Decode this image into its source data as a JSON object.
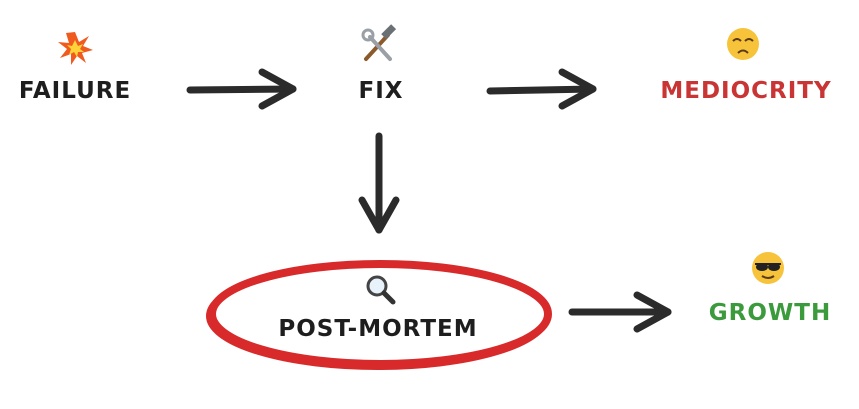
{
  "nodes": {
    "failure": {
      "label": "FAILURE",
      "icon": "collision-icon",
      "color": "#1e1e1e"
    },
    "fix": {
      "label": "FIX",
      "icon": "hammer-and-wrench-icon",
      "color": "#1e1e1e"
    },
    "mediocrity": {
      "label": "MEDIOCRITY",
      "icon": "unamused-face-icon",
      "color": "#c93434"
    },
    "post_mortem": {
      "label": "POST-MORTEM",
      "icon": "magnifying-glass-icon",
      "color": "#1e1e1e",
      "highlight_color": "#d82a2a"
    },
    "growth": {
      "label": "GROWTH",
      "icon": "sunglasses-face-icon",
      "color": "#3a9a3c"
    }
  },
  "edges": [
    {
      "from": "failure",
      "to": "fix"
    },
    {
      "from": "fix",
      "to": "mediocrity"
    },
    {
      "from": "fix",
      "to": "post_mortem"
    },
    {
      "from": "post_mortem",
      "to": "growth"
    }
  ]
}
